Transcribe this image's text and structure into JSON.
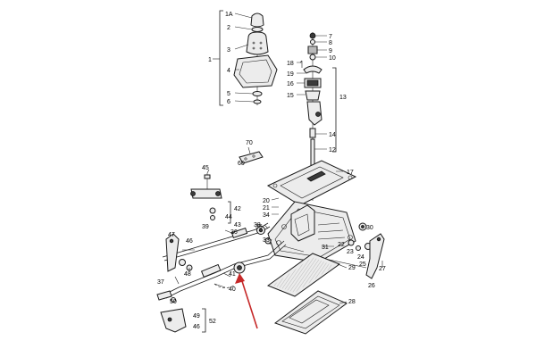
{
  "diagram": {
    "callouts": [
      "1A",
      "2",
      "3",
      "4",
      "5",
      "6",
      "1",
      "7",
      "8",
      "9",
      "10",
      "18",
      "19",
      "16",
      "15",
      "13",
      "14",
      "12",
      "70",
      "60",
      "17",
      "45",
      "20",
      "21",
      "34",
      "35",
      "42",
      "44",
      "43",
      "39",
      "36",
      "38",
      "33",
      "30",
      "31",
      "22",
      "23",
      "24",
      "25",
      "27",
      "26",
      "47",
      "46",
      "48",
      "41",
      "40",
      "37",
      "29",
      "28",
      "50",
      "49",
      "52",
      "46"
    ],
    "arrow_color": "#c62828"
  }
}
